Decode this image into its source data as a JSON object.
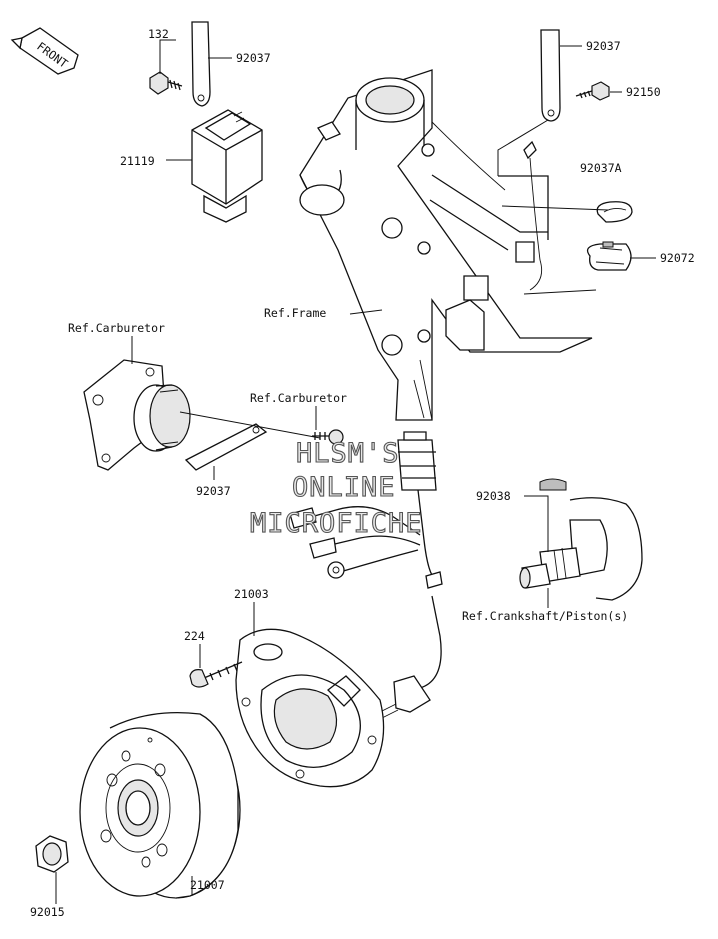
{
  "front_badge": "FRONT",
  "labels": {
    "p132": "132",
    "p92037_top_left": "92037",
    "p21119": "21119",
    "p92037_top_right": "92037",
    "p92150": "92150",
    "p92037A": "92037A",
    "p92072": "92072",
    "ref_frame": "Ref.Frame",
    "ref_carburetor_left": "Ref.Carburetor",
    "ref_carburetor_mid": "Ref.Carburetor",
    "p92037_mid": "92037",
    "p92038": "92038",
    "ref_crankshaft": "Ref.Crankshaft/Piston(s)",
    "p21003": "21003",
    "p224": "224",
    "p21007": "21007",
    "p92015": "92015"
  },
  "watermark": {
    "line1": "HLSM'S",
    "line2": "ONLINE",
    "line3": "MICROFICHE"
  }
}
